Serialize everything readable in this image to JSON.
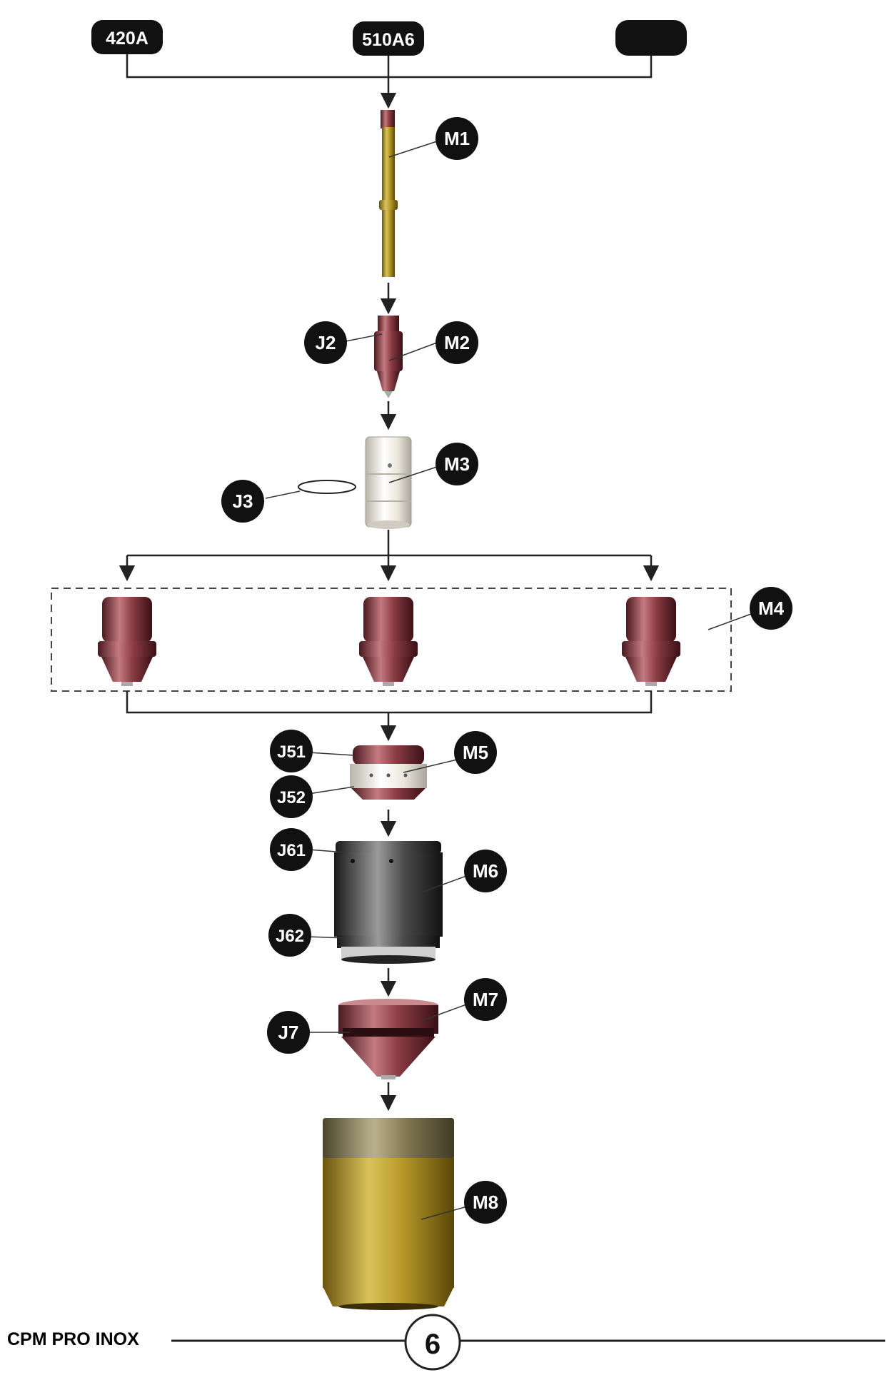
{
  "torch_models": [
    {
      "label": "420A"
    },
    {
      "label": "510A6"
    },
    {
      "label": ""
    }
  ],
  "parts": {
    "M1": "M1",
    "M2": "M2",
    "M3": "M3",
    "M4": "M4",
    "M5": "M5",
    "M6": "M6",
    "M7": "M7",
    "M8": "M8",
    "J2": "J2",
    "J3": "J3",
    "J51": "J51",
    "J52": "J52",
    "J61": "J61",
    "J62": "J62",
    "J7": "J7"
  },
  "footer": {
    "brand": "CPM PRO INOX",
    "page_number": "6"
  },
  "colors": {
    "badge": "#111111",
    "line": "#222222",
    "copper": "#8a3a3e",
    "brass": "#a88a1e",
    "ceramic": "#e8e4d8",
    "steel": "#3a3a3a"
  }
}
